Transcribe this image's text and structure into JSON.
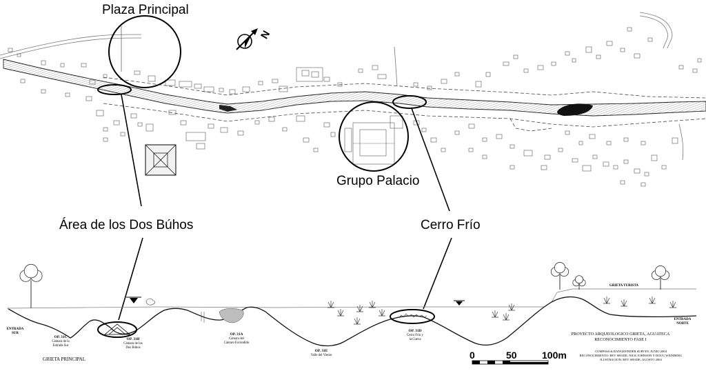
{
  "map": {
    "labels": {
      "plaza_principal": "Plaza Principal",
      "grupo_palacio": "Grupo Palacio",
      "area_dos_buhos": "Área de los Dos Búhos",
      "cerro_frio": "Cerro Frío"
    },
    "north_arrow": "N"
  },
  "profile": {
    "entrada_sur": [
      "ENTRADA",
      "SUR"
    ],
    "entrada_norte": [
      "ENTRADA",
      "NORTE"
    ],
    "grieta_turista": "GRIETA TURISTA",
    "grieta_principal": "GRIETA PRINCIPAL",
    "operations": [
      {
        "op": "OP. 31C",
        "lines": [
          "Cámara de la",
          "Entrada Sur"
        ]
      },
      {
        "op": "OP. 31B",
        "lines": [
          "Cámara de los",
          "Dos Búhos"
        ]
      },
      {
        "op": "OP. 31A",
        "lines": [
          "Cámara del",
          "Cántaro Escondido"
        ]
      },
      {
        "op": "OP. 31E",
        "lines": [
          "Valle del Viento"
        ]
      },
      {
        "op": "OP. 31D",
        "lines": [
          "Cerro Frío y",
          "la Cueva"
        ]
      }
    ]
  },
  "title_block": {
    "project": "PROYECTO ARQUEOLOGICO GRIETA, AGUATECA",
    "phase": "RECONOCIMIENTO FASE I",
    "credits": [
      "COMPASS & RANGEFINDER SURVEY, JUNIO 2004",
      "RECONOCIMIENTO: BEV SHADE, NICK JOHNSON Y DOUG WEINBERG",
      "ILUSTRACION: BEV SHADE, AGOSTO 2004"
    ]
  },
  "scale_bar": {
    "labels": [
      "0",
      "50",
      "100m"
    ]
  },
  "colors": {
    "ink": "#000000",
    "background": "#ffffff",
    "water": "#111111"
  }
}
